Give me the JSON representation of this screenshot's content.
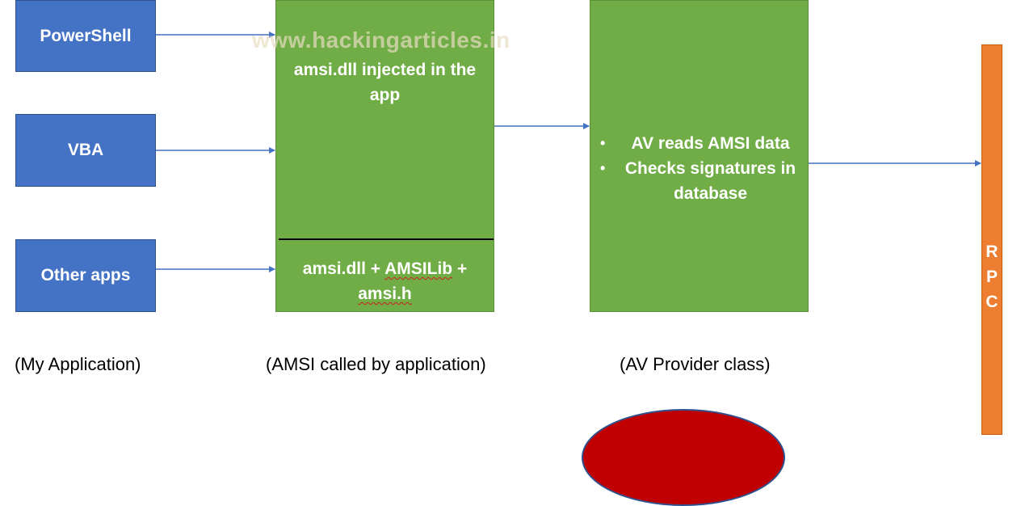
{
  "watermark": "www.hackingarticles.in",
  "sources": {
    "powershell": "PowerShell",
    "vba": "VBA",
    "other_apps": "Other apps",
    "caption": "(My Application)"
  },
  "amsi": {
    "top_text": "amsi.dll injected in the app",
    "bottom_part1": "amsi.dll + ",
    "bottom_part2": "AMSILib",
    "bottom_part3": " +",
    "bottom_part4": "amsi.h",
    "caption": "(AMSI called by application)"
  },
  "av_provider": {
    "items": [
      "AV reads AMSI data",
      "Checks signatures in database"
    ],
    "caption": "(AV Provider class)"
  },
  "rpc": {
    "letters": [
      "R",
      "P",
      "C"
    ]
  },
  "colors": {
    "blue_box": "#4472c4",
    "green_box": "#70ad47",
    "orange_bar": "#ed7d31",
    "arrow": "#4472c4",
    "red_ellipse": "#c00000"
  }
}
